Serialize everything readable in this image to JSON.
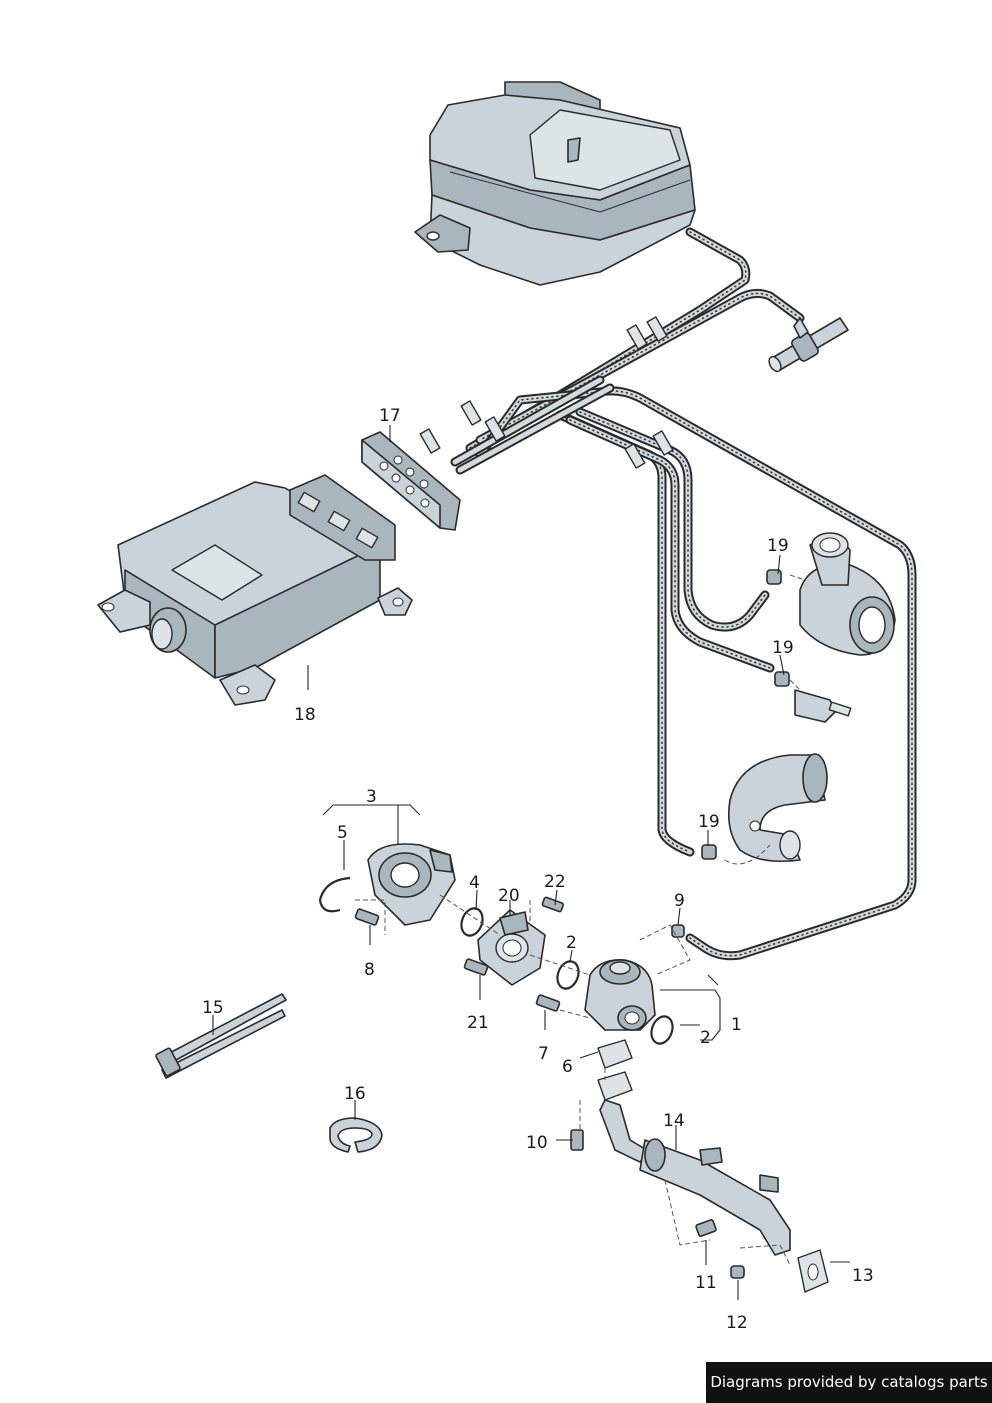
{
  "labels": {
    "l1": "1",
    "l2a": "2",
    "l2b": "2",
    "l3": "3",
    "l4": "4",
    "l5": "5",
    "l6": "6",
    "l7": "7",
    "l8": "8",
    "l9": "9",
    "l10": "10",
    "l11": "11",
    "l12": "12",
    "l13": "13",
    "l14": "14",
    "l15": "15",
    "l16": "16",
    "l17": "17",
    "l18": "18",
    "l19a": "19",
    "l19b": "19",
    "l19c": "19",
    "l20": "20",
    "l21": "21",
    "l22": "22"
  },
  "credit": "Diagrams provided by catalogs parts",
  "colors": {
    "part_fill": "#c9d3d9",
    "outline": "#2b2b2b",
    "credit_bg": "#111111",
    "credit_text": "#ffffff"
  }
}
